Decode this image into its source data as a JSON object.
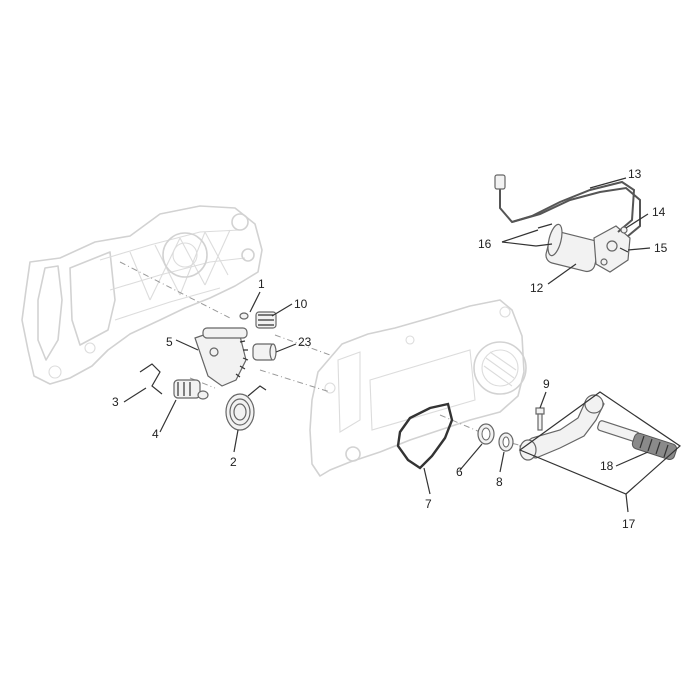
{
  "callouts": {
    "c1": "1",
    "c2": "2",
    "c3": "3",
    "c4": "4",
    "c5": "5",
    "c6": "6",
    "c7": "7",
    "c8": "8",
    "c9": "9",
    "c10": "10",
    "c12": "12",
    "c13": "13",
    "c14": "14",
    "c15": "15",
    "c16": "16",
    "c17": "17",
    "c18": "18",
    "c23": "23"
  }
}
